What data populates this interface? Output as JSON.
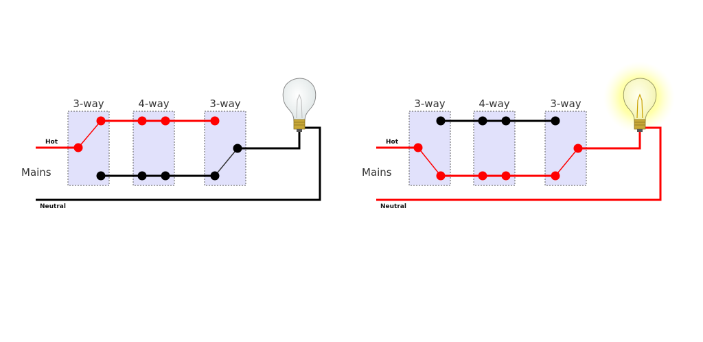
{
  "colors": {
    "live": "#ff0000",
    "dead": "#000000",
    "switch_fill": "#e1e1fb",
    "switch_border": "#777777",
    "lamp_glow": "#ffff66"
  },
  "circuits": [
    {
      "switch_labels": [
        "3-way",
        "4-way",
        "3-way"
      ],
      "mains_label": "Mains",
      "hot_label": "Hot",
      "neutral_label": "Neutral",
      "lamp_on": false
    },
    {
      "switch_labels": [
        "3-way",
        "4-way",
        "3-way"
      ],
      "mains_label": "Mains",
      "hot_label": "Hot",
      "neutral_label": "Neutral",
      "lamp_on": true
    }
  ]
}
